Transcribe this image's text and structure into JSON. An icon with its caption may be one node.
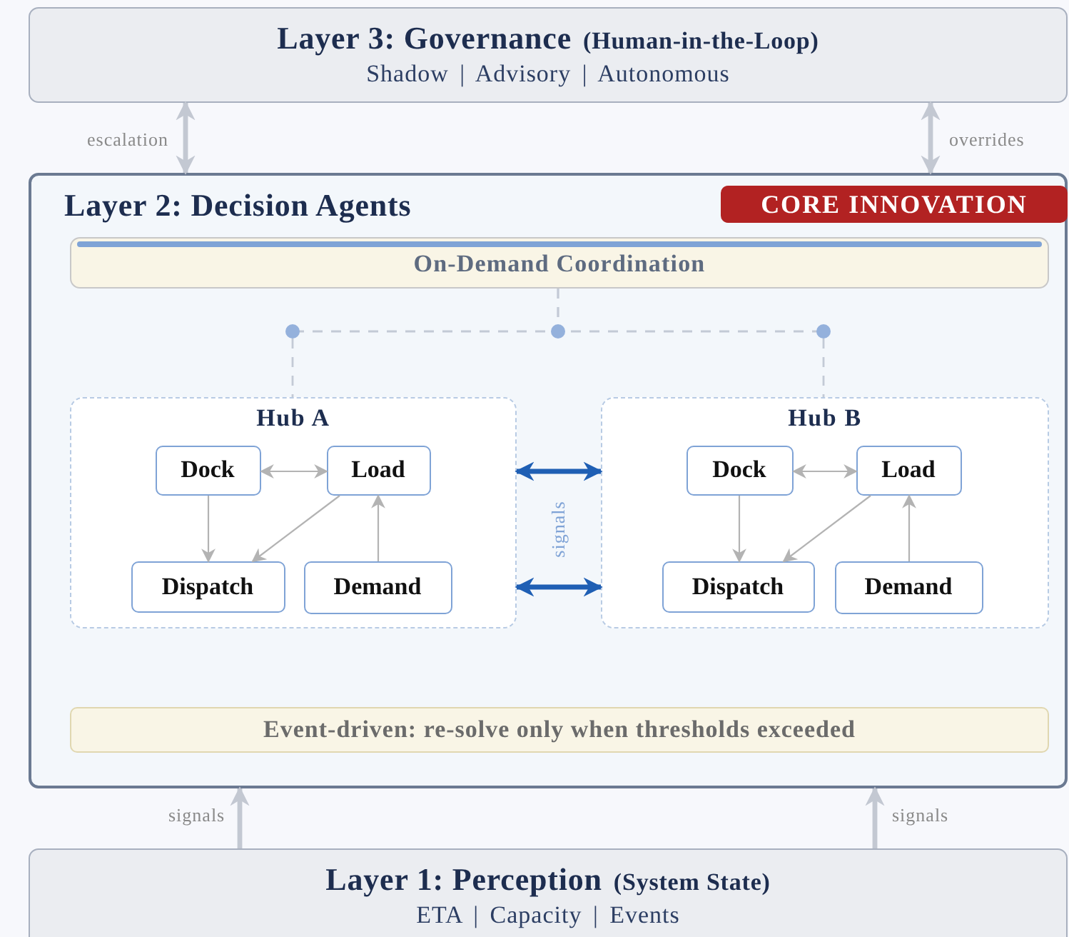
{
  "diagram": {
    "nodes": [
      {
        "text": [
          "Layer 3: Governance",
          "(Human-in-the-Loop)",
          "Shadow | Advisory | Autonomous"
        ]
      },
      {
        "text": [
          "Layer 2: Decision Agents"
        ]
      },
      {
        "text": [
          "CORE INNOVATION"
        ],
        "in": 1
      },
      {
        "text": [
          "On-Demand Coordination"
        ],
        "in": 1
      },
      {
        "text": [
          "Hub A"
        ],
        "in": 1
      },
      {
        "text": [
          "Dock"
        ],
        "in": 4
      },
      {
        "text": [
          "Load"
        ],
        "in": 4
      },
      {
        "text": [
          "Dispatch"
        ],
        "in": 4
      },
      {
        "text": [
          "Demand"
        ],
        "in": 4
      },
      {
        "text": [
          "Hub B"
        ],
        "in": 1
      },
      {
        "text": [
          "Dock"
        ],
        "in": 9
      },
      {
        "text": [
          "Load"
        ],
        "in": 9
      },
      {
        "text": [
          "Dispatch"
        ],
        "in": 9
      },
      {
        "text": [
          "Demand"
        ],
        "in": 9
      },
      {
        "text": [
          "Event-driven: re-solve only when thresholds exceeded"
        ],
        "in": 1
      },
      {
        "text": [
          "Layer 1: Perception",
          "(System State)",
          "ETA | Capacity | Events"
        ]
      }
    ],
    "edges": [
      {
        "from": 0,
        "to": 1,
        "arrow": "both",
        "label": "escalation",
        "style": "thick",
        "color": "#c3c8d2"
      },
      {
        "from": 0,
        "to": 1,
        "arrow": "both",
        "label": "overrides",
        "style": "thick",
        "color": "#c3c8d2"
      },
      {
        "from": 3,
        "to": 4,
        "arrow": "none",
        "style": "dashed",
        "color": "#c3cad6"
      },
      {
        "from": 3,
        "to": 9,
        "arrow": "none",
        "style": "dashed",
        "color": "#c3cad6"
      },
      {
        "from": 5,
        "to": 6,
        "arrow": "both"
      },
      {
        "from": 5,
        "to": 7,
        "arrow": "to"
      },
      {
        "from": 6,
        "to": 7,
        "arrow": "to"
      },
      {
        "from": 8,
        "to": 6,
        "arrow": "to"
      },
      {
        "from": 10,
        "to": 11,
        "arrow": "both"
      },
      {
        "from": 10,
        "to": 12,
        "arrow": "to"
      },
      {
        "from": 11,
        "to": 12,
        "arrow": "to"
      },
      {
        "from": 13,
        "to": 11,
        "arrow": "to"
      },
      {
        "from": 4,
        "to": 9,
        "arrow": "both",
        "label": "signals",
        "style": "thick",
        "color": "#1f5fb4"
      },
      {
        "from": 4,
        "to": 9,
        "arrow": "both",
        "style": "thick",
        "color": "#1f5fb4"
      },
      {
        "from": 15,
        "to": 1,
        "arrow": "to",
        "label": "signals",
        "style": "thick",
        "color": "#c3c8d2"
      },
      {
        "from": 15,
        "to": 1,
        "arrow": "to",
        "label": "signals",
        "style": "thick",
        "color": "#c3c8d2"
      }
    ]
  }
}
